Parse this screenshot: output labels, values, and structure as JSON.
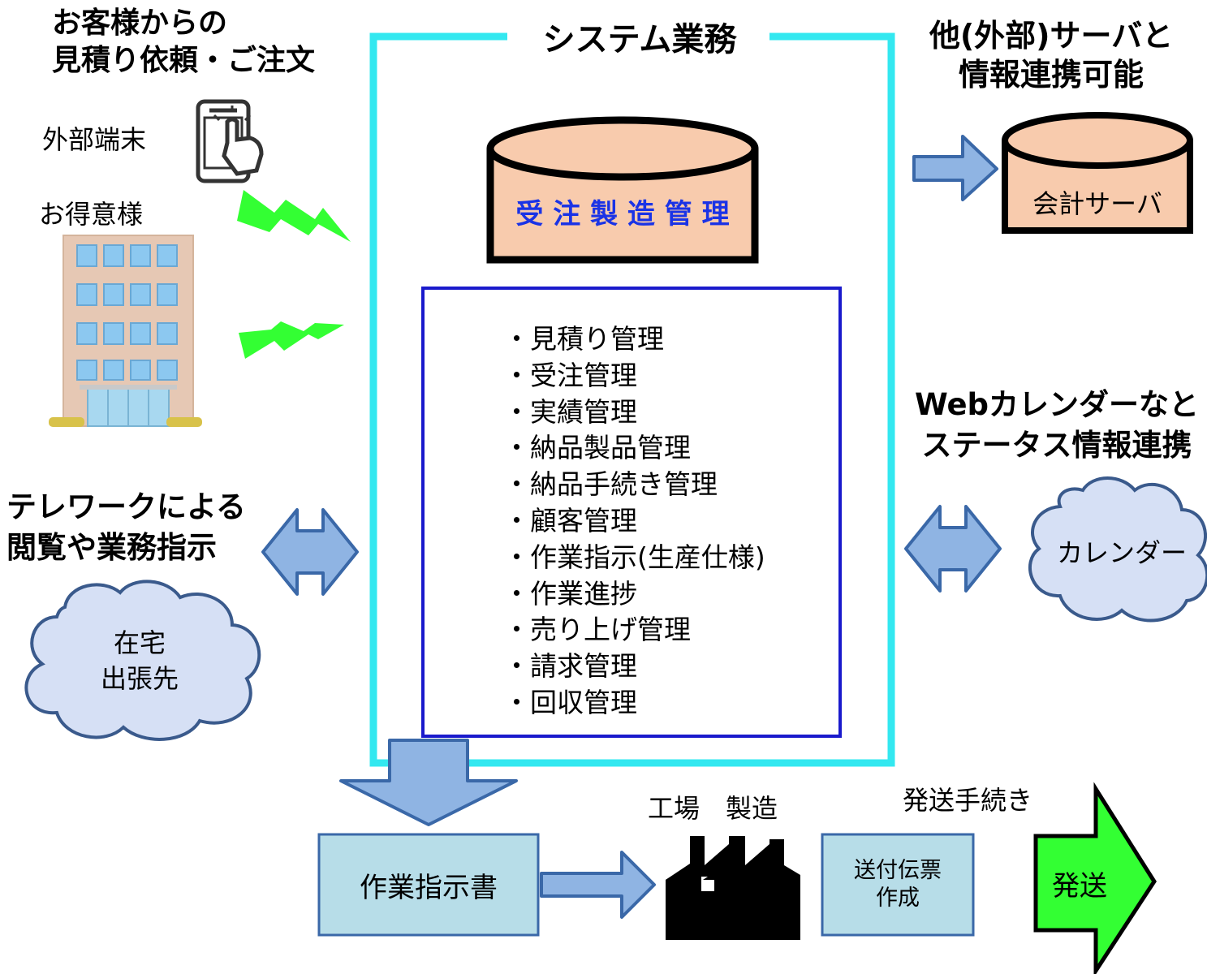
{
  "left": {
    "heading": "お客様からの\n見積り依頼・ご注文",
    "device_label": "外部端末",
    "client_label": "お得意様",
    "telework_heading": "テレワークによる\n閲覧や業務指示",
    "cloud_line1": "在宅",
    "cloud_line2": "出張先"
  },
  "system": {
    "title": "システム業務",
    "database_label": "受 注 製 造 管 理",
    "functions": [
      "・見積り管理",
      "・受注管理",
      "・実績管理",
      "・納品製品管理",
      "・納品手続き管理",
      "・顧客管理",
      "・作業指示(生産仕様)",
      "・作業進捗",
      "・売り上げ管理",
      "・請求管理",
      "・回収管理"
    ]
  },
  "right": {
    "server_heading": "他(外部)サーバと\n情報連携可能",
    "server_label": "会計サーバ",
    "calendar_heading": "Webカレンダーなと\nステータス情報連携",
    "calendar_label": "カレンダー"
  },
  "flow": {
    "work_order": "作業指示書",
    "factory_label": "工場　製造",
    "shipping_procedure": "発送手続き",
    "slip_line1": "送付伝票",
    "slip_line2": "作成",
    "ship": "発送"
  },
  "colors": {
    "system_frame": "#33e8f0",
    "function_box_border": "#1a1acc",
    "database_fill": "#f8cbad",
    "database_text": "#1a33e6",
    "arrow_fill": "#8fb4e3",
    "arrow_stroke": "#3a68a8",
    "signal": "#33ff33",
    "ship_arrow": "#33ff33",
    "flow_box_fill": "#b7dde8",
    "cloud_fill": "#d6e0f5"
  }
}
